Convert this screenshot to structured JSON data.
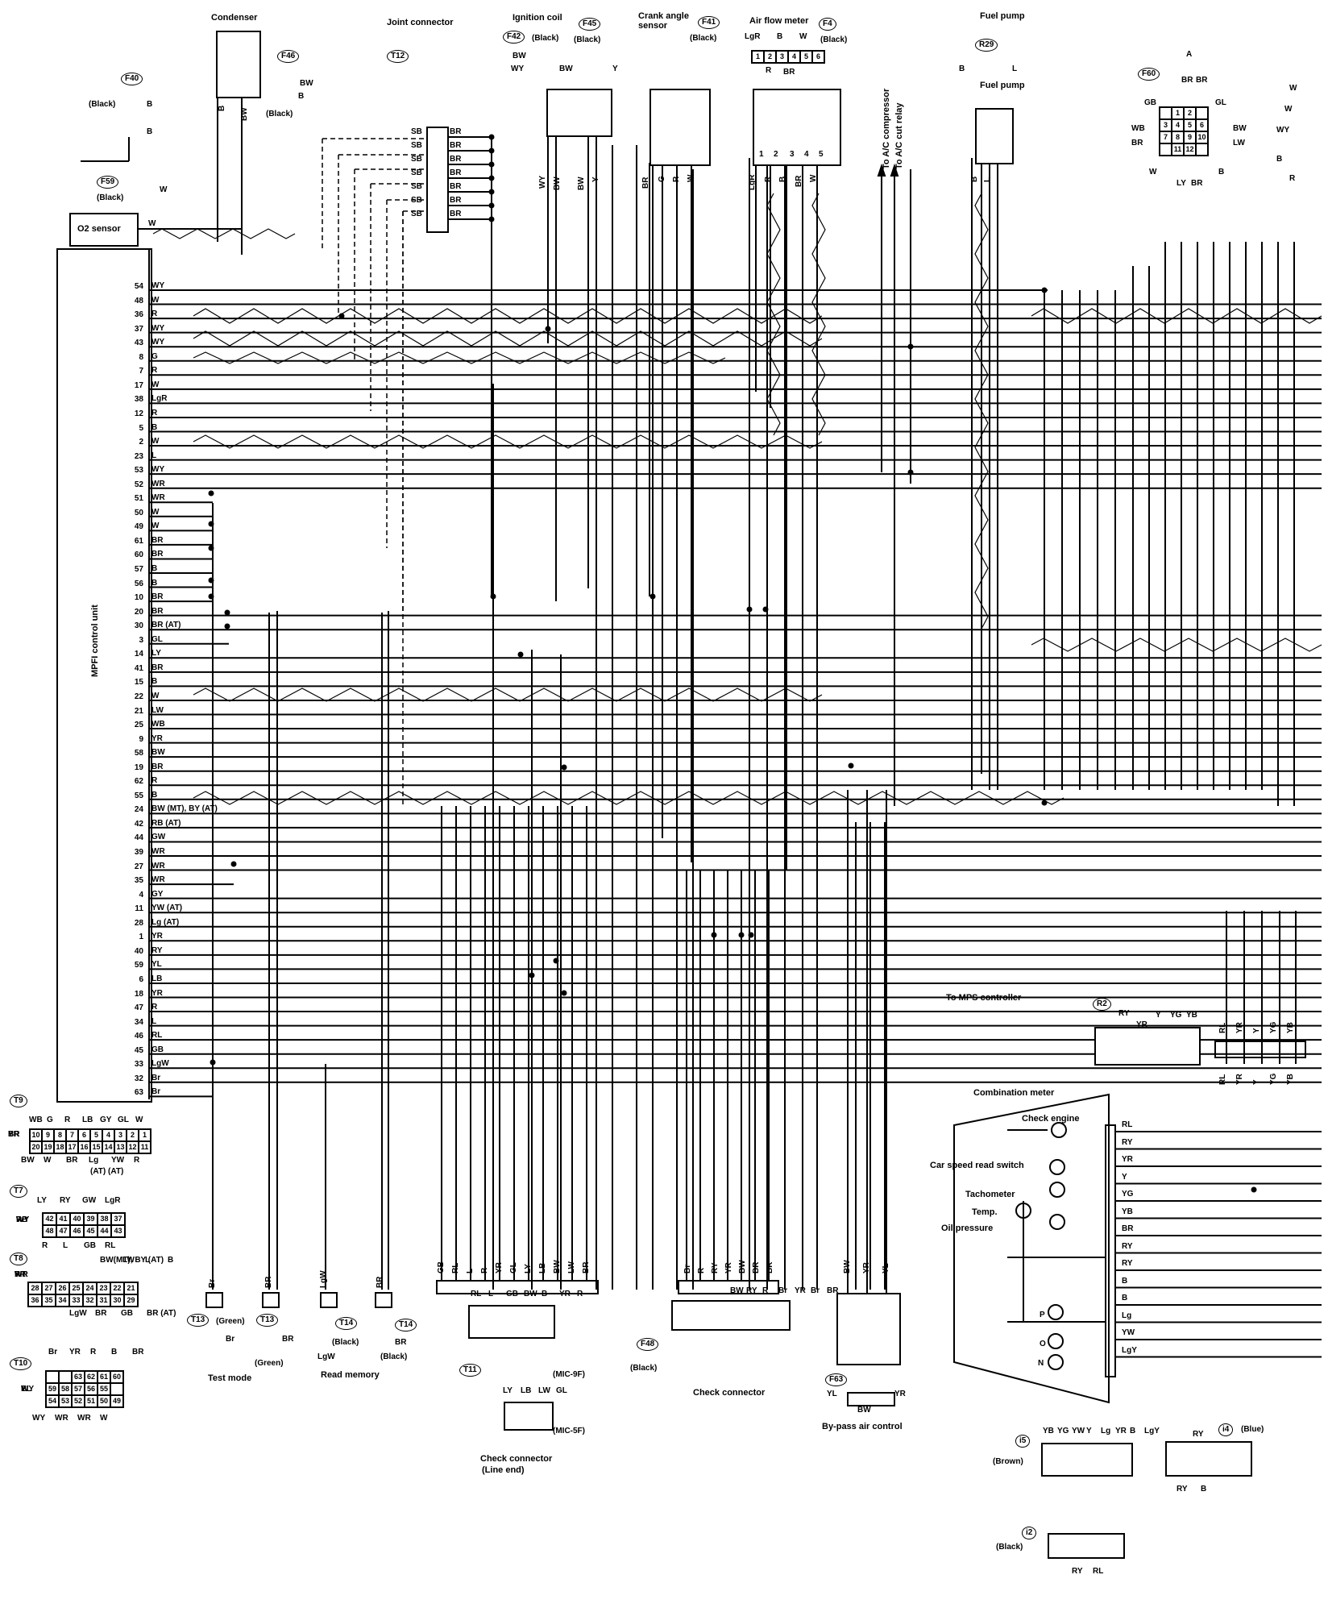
{
  "ecu": {
    "label": "MPFI control unit",
    "pins": [
      {
        "pin": "54",
        "wire": "WY"
      },
      {
        "pin": "48",
        "wire": "W"
      },
      {
        "pin": "36",
        "wire": "R"
      },
      {
        "pin": "37",
        "wire": "WY"
      },
      {
        "pin": "43",
        "wire": "WY"
      },
      {
        "pin": "8",
        "wire": "G"
      },
      {
        "pin": "7",
        "wire": "R"
      },
      {
        "pin": "17",
        "wire": "W"
      },
      {
        "pin": "38",
        "wire": "LgR"
      },
      {
        "pin": "12",
        "wire": "R"
      },
      {
        "pin": "5",
        "wire": "B"
      },
      {
        "pin": "2",
        "wire": "W"
      },
      {
        "pin": "23",
        "wire": "L"
      },
      {
        "pin": "53",
        "wire": "WY"
      },
      {
        "pin": "52",
        "wire": "WR"
      },
      {
        "pin": "51",
        "wire": "WR"
      },
      {
        "pin": "50",
        "wire": "W"
      },
      {
        "pin": "49",
        "wire": "W"
      },
      {
        "pin": "61",
        "wire": "BR"
      },
      {
        "pin": "60",
        "wire": "BR"
      },
      {
        "pin": "57",
        "wire": "B"
      },
      {
        "pin": "56",
        "wire": "B"
      },
      {
        "pin": "10",
        "wire": "BR"
      },
      {
        "pin": "20",
        "wire": "BR"
      },
      {
        "pin": "30",
        "wire": "BR (AT)"
      },
      {
        "pin": "3",
        "wire": "GL"
      },
      {
        "pin": "14",
        "wire": "LY"
      },
      {
        "pin": "41",
        "wire": "BR"
      },
      {
        "pin": "15",
        "wire": "B"
      },
      {
        "pin": "22",
        "wire": "W"
      },
      {
        "pin": "21",
        "wire": "LW"
      },
      {
        "pin": "25",
        "wire": "WB"
      },
      {
        "pin": "9",
        "wire": "YR"
      },
      {
        "pin": "58",
        "wire": "BW"
      },
      {
        "pin": "19",
        "wire": "BR"
      },
      {
        "pin": "62",
        "wire": "R"
      },
      {
        "pin": "55",
        "wire": "B"
      },
      {
        "pin": "24",
        "wire": "BW (MT), BY (AT)"
      },
      {
        "pin": "42",
        "wire": "RB (AT)"
      },
      {
        "pin": "44",
        "wire": "GW"
      },
      {
        "pin": "39",
        "wire": "WR"
      },
      {
        "pin": "27",
        "wire": "WR"
      },
      {
        "pin": "35",
        "wire": "WR"
      },
      {
        "pin": "4",
        "wire": "GY"
      },
      {
        "pin": "11",
        "wire": "YW (AT)"
      },
      {
        "pin": "28",
        "wire": "Lg (AT)"
      },
      {
        "pin": "1",
        "wire": "YR"
      },
      {
        "pin": "40",
        "wire": "RY"
      },
      {
        "pin": "59",
        "wire": "YL"
      },
      {
        "pin": "6",
        "wire": "LB"
      },
      {
        "pin": "18",
        "wire": "YR"
      },
      {
        "pin": "47",
        "wire": "R"
      },
      {
        "pin": "34",
        "wire": "L"
      },
      {
        "pin": "46",
        "wire": "RL"
      },
      {
        "pin": "45",
        "wire": "GB"
      },
      {
        "pin": "33",
        "wire": "LgW"
      },
      {
        "pin": "32",
        "wire": "Br"
      },
      {
        "pin": "63",
        "wire": "Br"
      }
    ]
  },
  "top_components": {
    "condenser": "Condenser",
    "joint_connector": "Joint connector",
    "ignition_coil": "Ignition coil",
    "crank_angle_sensor": "Crank angle sensor",
    "air_flow_meter": "Air flow meter",
    "fuel_pump_1": "Fuel pump",
    "fuel_pump_2": "Fuel pump",
    "o2_sensor": "O2 sensor",
    "to_ac": "To A/C compressor",
    "to_ac_relay": "To A/C cut relay",
    "to_mps": "To MPS controller"
  },
  "connectors": {
    "F40": {
      "id": "F40",
      "color": "(Black)",
      "wires": [
        "B"
      ]
    },
    "F46": {
      "id": "F46",
      "color": "(Black)",
      "wires": [
        "BW",
        "B"
      ]
    },
    "F59": {
      "id": "F59",
      "color": "(Black)",
      "wires": [
        "W"
      ]
    },
    "T12": {
      "id": "T12",
      "wires": [
        "SB",
        "SB",
        "SB",
        "SB",
        "SB",
        "SB",
        "SB"
      ]
    },
    "F42": {
      "id": "F42",
      "color": "(Black)",
      "wires": [
        "BW",
        "WY"
      ]
    },
    "F45": {
      "id": "F45",
      "color": "(Black)",
      "wires": [
        "BW",
        "Y"
      ]
    },
    "F41": {
      "id": "F41",
      "color": "(Black)",
      "wires": [
        "R",
        "W",
        "G",
        "BR"
      ]
    },
    "F4": {
      "id": "F4",
      "color": "(Black)",
      "wires": [
        "LgR",
        "B",
        "W",
        "R",
        "BR"
      ],
      "pins": [
        "1",
        "2",
        "3",
        "4",
        "5",
        "6"
      ]
    },
    "R29": {
      "id": "R29",
      "wires": [
        "B",
        "L"
      ]
    },
    "F60": {
      "id": "F60",
      "label": "A",
      "wires": [
        "BR",
        "BR",
        "GB",
        "GL",
        "WB",
        "BW",
        "BR",
        "LW",
        "W",
        "LY",
        "BR",
        "B"
      ],
      "pins": [
        "1",
        "2",
        "3",
        "4",
        "5",
        "6",
        "7",
        "8",
        "9",
        "10",
        "11",
        "12"
      ]
    },
    "R2": {
      "id": "R2",
      "wires": [
        "RY",
        "YR",
        "Y",
        "YG",
        "YB"
      ]
    },
    "T9": {
      "id": "T9",
      "wires_top": [
        "WB",
        "G",
        "R",
        "LB",
        "GY",
        "GL",
        "W"
      ],
      "pins_top": [
        "10",
        "9",
        "8",
        "7",
        "6",
        "5",
        "4",
        "3",
        "2",
        "1"
      ],
      "pins_bot": [
        "20",
        "19",
        "18",
        "17",
        "16",
        "15",
        "14",
        "13",
        "12",
        "11"
      ],
      "wires_bot": [
        "BW",
        "W",
        "BR",
        "Lg",
        "YW",
        "R"
      ],
      "side": [
        "BR",
        "BR",
        "YR"
      ],
      "note": "(AT) (AT)"
    },
    "T7": {
      "id": "T7",
      "wires_top": [
        "LY",
        "RY",
        "GW",
        "LgR"
      ],
      "pins_top": [
        "42",
        "41",
        "40",
        "39",
        "38",
        "37"
      ],
      "pins_bot": [
        "48",
        "47",
        "46",
        "45",
        "44",
        "43"
      ],
      "wires_bot": [
        "R",
        "L",
        "GB",
        "RL"
      ],
      "side": [
        "RB",
        "WY",
        "W",
        "WY"
      ]
    },
    "T8": {
      "id": "T8",
      "wires_top": [
        "BW(MT), BY (AT)",
        "LW",
        "L",
        "B"
      ],
      "pins_top": [
        "28",
        "27",
        "26",
        "25",
        "24",
        "23",
        "22",
        "21"
      ],
      "pins_bot": [
        "36",
        "35",
        "34",
        "33",
        "32",
        "31",
        "30",
        "29"
      ],
      "wires_bot": [
        "LgW",
        "BR",
        "GB",
        "BR (AT)"
      ],
      "side": [
        "WR",
        "W",
        "R",
        "WR",
        "YR"
      ]
    },
    "T10": {
      "id": "T10",
      "wires_top": [
        "Br",
        "YR",
        "R",
        "B",
        "BR"
      ],
      "pins_top": [
        "63",
        "62",
        "61",
        "60"
      ],
      "pins_mid": [
        "59",
        "58",
        "57",
        "56",
        "55"
      ],
      "pins_bot": [
        "54",
        "53",
        "52",
        "51",
        "50",
        "49"
      ],
      "wires_bot": [
        "WY",
        "WR",
        "WR",
        "W"
      ],
      "side": [
        "YL",
        "WY",
        "B"
      ]
    },
    "T13a": {
      "id": "T13",
      "color": "(Green)",
      "wires": [
        "Br"
      ]
    },
    "T13b": {
      "id": "T13",
      "color": "(Green)",
      "wires": [
        "BR"
      ]
    },
    "T14a": {
      "id": "T14",
      "color": "(Black)",
      "wires": [
        "LgW"
      ]
    },
    "T14b": {
      "id": "T14",
      "color": "(Black)",
      "wires": [
        "BR"
      ]
    },
    "T11": {
      "id": "T11",
      "wires_top": [
        "RL",
        "L",
        "GB",
        "BW",
        "B",
        "YR",
        "R"
      ],
      "wires_2": [
        "LY",
        "LB",
        "LW",
        "GL"
      ],
      "note": "(MIC-9F)",
      "note2": "(MIC-5F)"
    },
    "F48": {
      "id": "F48",
      "color": "(Black)",
      "wires": [
        "BW",
        "RY",
        "R",
        "Br",
        "YR",
        "Br",
        "BR"
      ]
    },
    "F63": {
      "id": "F63",
      "wires": [
        "YL",
        "BW",
        "YR"
      ]
    },
    "i5": {
      "id": "i5",
      "color": "(Brown)",
      "wires": [
        "YB",
        "YG",
        "YW",
        "Y",
        "Lg",
        "YR",
        "B",
        "LgY"
      ]
    },
    "i4": {
      "id": "i4",
      "color": "(Blue)",
      "wires": [
        "RY",
        "RY",
        "B"
      ]
    },
    "i2": {
      "id": "i2",
      "color": "(Black)",
      "wires": [
        "RY",
        "RL"
      ]
    }
  },
  "bottom_labels": {
    "test_mode": "Test mode",
    "read_memory": "Read memory",
    "check_connector_line_end": "Check connector",
    "line_end": "(Line end)",
    "check_connector": "Check connector",
    "bypass_air_control": "By-pass air control"
  },
  "bottom_wires": {
    "test": [
      "Br",
      "BR"
    ],
    "memory": [
      "LgW",
      "BR"
    ],
    "check_t11": [
      "GB",
      "RL",
      "L",
      "R",
      "YR",
      "GL",
      "LY",
      "LB",
      "BW",
      "LW",
      "BR"
    ],
    "check_f48": [
      "Br",
      "R",
      "RY",
      "YR",
      "BW",
      "BR",
      "BR"
    ],
    "bypass": [
      "BW",
      "YR",
      "YL"
    ],
    "r2_out": [
      "RL",
      "YR",
      "Y",
      "YG",
      "YB"
    ]
  },
  "combination_meter": {
    "title": "Combination meter",
    "items": [
      "Check engine",
      "Car speed read switch",
      "Tachometer",
      "Temp.",
      "Oil pressure"
    ],
    "gear": [
      "P",
      "O",
      "N"
    ],
    "wires": [
      "RL",
      "RY",
      "YR",
      "Y",
      "YG",
      "YB",
      "BR",
      "RY",
      "RY",
      "B",
      "B",
      "Lg",
      "YW",
      "LgY"
    ]
  },
  "misc_wire_labels": {
    "b_f40": "B",
    "b_cond": "B",
    "bw_cond": "BW",
    "w_o2": "W",
    "ig_wy": "WY",
    "ig_bw": "BW",
    "ig_bw2": "BW",
    "ig_y": "Y",
    "cr_br": "BR",
    "cr_g": "G",
    "cr_r": "R",
    "cr_w": "W",
    "af_lgr": "LgR",
    "af_r": "R",
    "af_b": "B",
    "af_br": "BR",
    "af_w": "W",
    "fp_b": "B",
    "fp_l": "L",
    "af_pins": [
      "1",
      "2",
      "3",
      "4",
      "5"
    ],
    "jc_sb": [
      "SB",
      "SB",
      "SB",
      "SB",
      "SB",
      "SB",
      "SB"
    ],
    "jc_br": [
      "BR",
      "BR",
      "BR",
      "BR",
      "BR",
      "BR",
      "BR",
      "BR"
    ],
    "right_edge": [
      "W",
      "W",
      "WY",
      "B",
      "R"
    ]
  }
}
